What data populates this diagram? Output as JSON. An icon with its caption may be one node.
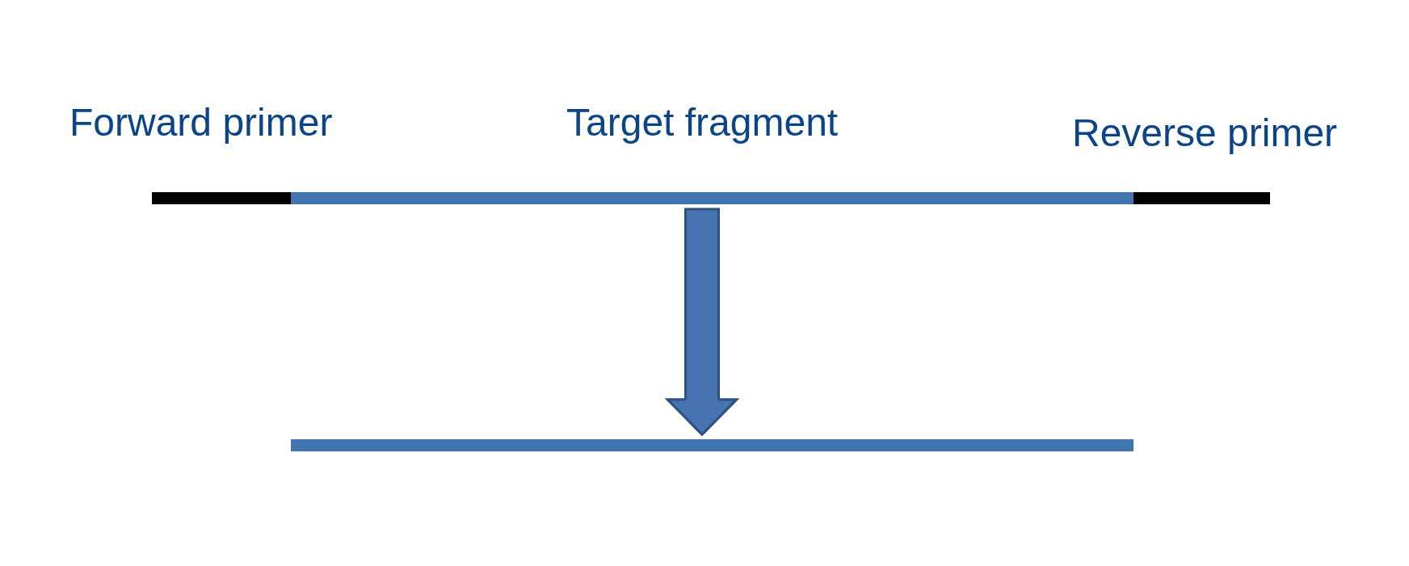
{
  "diagram": {
    "nodes": [
      {
        "text": [
          "Forward primer"
        ]
      },
      {
        "text": [
          "Target fragment"
        ]
      },
      {
        "text": [
          "Reverse primer"
        ]
      },
      {
        "text": [],
        "shape": "bar"
      }
    ],
    "edges": [
      {
        "from": 1,
        "to": 3,
        "arrow": "to"
      }
    ]
  }
}
